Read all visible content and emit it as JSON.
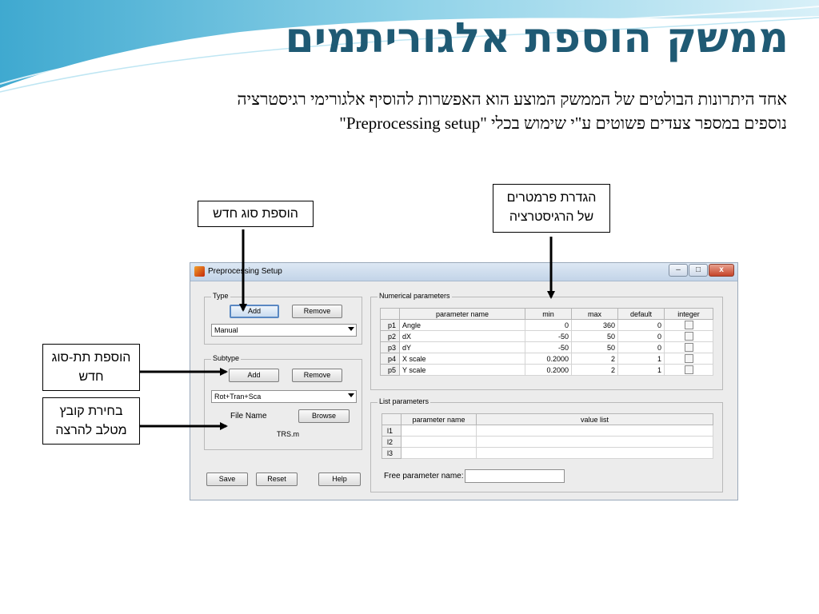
{
  "slide": {
    "title": "ממשק הוספת אלגוריתמים",
    "line1": "אחד היתרונות הבולטים של הממשק המוצע הוא האפשרות להוסיף אלגורימי רגיסטרציה",
    "line2": "נוספים במספר צעדים פשוטים ע\"י שימוש בכלי \"Preprocessing setup\""
  },
  "callouts": {
    "add_type": "הוספת סוג חדש",
    "params_l1": "הגדרת פרמטרים",
    "params_l2": "של הרגיסטרציה",
    "subtype_l1": "הוספת תת-סוג",
    "subtype_l2": "חדש",
    "file_l1": "בחירת קובץ",
    "file_l2": "מטלב להרצה"
  },
  "window": {
    "title": "Preprocessing Setup",
    "controls": {
      "minimize": "–",
      "maximize": "□",
      "close": "x"
    }
  },
  "type_group": {
    "label": "Type",
    "add": "Add",
    "remove": "Remove",
    "selected": "Manual"
  },
  "subtype_group": {
    "label": "Subtype",
    "add": "Add",
    "remove": "Remove",
    "selected": "Rot+Tran+Sca",
    "file_name_label": "File Name",
    "browse": "Browse",
    "file_name": "TRS.m"
  },
  "bottom_buttons": {
    "save": "Save",
    "reset": "Reset",
    "help": "Help"
  },
  "numerical": {
    "label": "Numerical parameters",
    "headers": [
      "parameter name",
      "min",
      "max",
      "default",
      "integer"
    ],
    "rows": [
      {
        "id": "p1",
        "name": "Angle",
        "min": "0",
        "max": "360",
        "default": "0"
      },
      {
        "id": "p2",
        "name": "dX",
        "min": "-50",
        "max": "50",
        "default": "0"
      },
      {
        "id": "p3",
        "name": "dY",
        "min": "-50",
        "max": "50",
        "default": "0"
      },
      {
        "id": "p4",
        "name": "X scale",
        "min": "0.2000",
        "max": "2",
        "default": "1"
      },
      {
        "id": "p5",
        "name": "Y scale",
        "min": "0.2000",
        "max": "2",
        "default": "1"
      }
    ]
  },
  "list_params": {
    "label": "List parameters",
    "headers": [
      "parameter name",
      "value list"
    ],
    "rows": [
      {
        "id": "l1"
      },
      {
        "id": "l2"
      },
      {
        "id": "l3"
      }
    ],
    "free_name_label": "Free parameter name:"
  },
  "colors": {
    "title": "#1f5a74",
    "wave": "#5fb8d6",
    "window_frame": "#9aa9ba"
  }
}
